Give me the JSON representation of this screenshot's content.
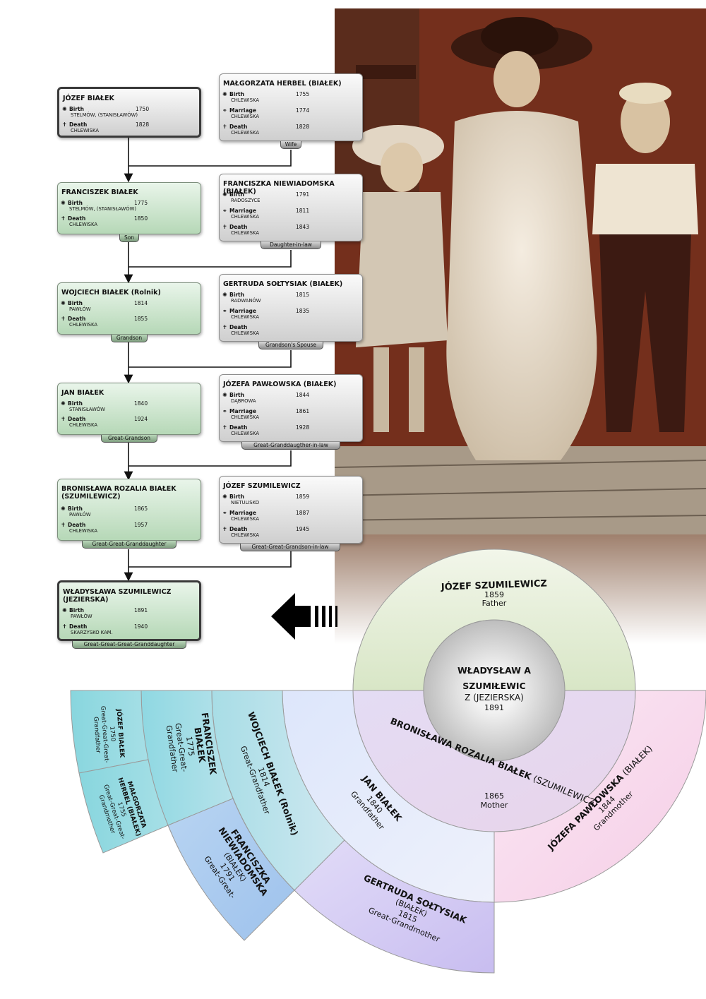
{
  "ancestors": [
    {
      "name": "JÓZEF BIAŁEK",
      "birth_label": "Birth",
      "birth_year": "1750",
      "birth_place": "STELMÓW, (STANISŁAWÓW)",
      "death_label": "Death",
      "death_year": "1828",
      "death_place": "CHLEWISKA",
      "relation": ""
    },
    {
      "name": "FRANCISZEK BIAŁEK",
      "birth_label": "Birth",
      "birth_year": "1775",
      "birth_place": "STELMÓW, (STANISŁAWÓW)",
      "death_label": "Death",
      "death_year": "1850",
      "death_place": "CHLEWISKA",
      "relation": "Son"
    },
    {
      "name": "WOJCIECH BIAŁEK (Rolnik)",
      "birth_label": "Birth",
      "birth_year": "1814",
      "birth_place": "PAWŁÓW",
      "death_label": "Death",
      "death_year": "1855",
      "death_place": "CHLEWISKA",
      "relation": "Grandson"
    },
    {
      "name": "JAN BIAŁEK",
      "birth_label": "Birth",
      "birth_year": "1840",
      "birth_place": "STANISŁAWÓW",
      "death_label": "Death",
      "death_year": "1924",
      "death_place": "CHLEWISKA",
      "relation": "Great-Grandson"
    },
    {
      "name": "BRONISŁAWA ROZALIA BIAŁEK (SZUMILEWICZ)",
      "birth_label": "Birth",
      "birth_year": "1865",
      "birth_place": "PAWŁÓW",
      "death_label": "Death",
      "death_year": "1957",
      "death_place": "CHLEWISKA",
      "relation": "Great-Great-Granddaughter"
    },
    {
      "name": "WŁADYSŁAWA SZUMILEWICZ (JEZIERSKA)",
      "birth_label": "Birth",
      "birth_year": "1891",
      "birth_place": "PAWŁÓW",
      "death_label": "Death",
      "death_year": "1940",
      "death_place": "SKARZYSKO KAM.",
      "relation": "Great-Great-Great-Granddaughter"
    }
  ],
  "spouses": [
    {
      "name": "MAŁGORZATA HERBEL (BIAŁEK)",
      "birth_label": "Birth",
      "birth_year": "1755",
      "birth_place": "CHLEWISKA",
      "marriage_label": "Marriage",
      "marriage_year": "1774",
      "marriage_place": "CHLEWISKA",
      "death_label": "Death",
      "death_year": "1828",
      "death_place": "CHLEWISKA",
      "relation": "Wife"
    },
    {
      "name": "FRANCISZKA NIEWIADOMSKA (BIAŁEK)",
      "birth_label": "Birth",
      "birth_year": "1791",
      "birth_place": "RADOSZYCE",
      "marriage_label": "Marriage",
      "marriage_year": "1811",
      "marriage_place": "CHLEWISKA",
      "death_label": "Death",
      "death_year": "1843",
      "death_place": "CHLEWISKA",
      "relation": "Daughter-in-law"
    },
    {
      "name": "GERTRUDA SOŁTYSIAK (BIAŁEK)",
      "birth_label": "Birth",
      "birth_year": "1815",
      "birth_place": "RADWANÓW",
      "marriage_label": "Marriage",
      "marriage_year": "1835",
      "marriage_place": "CHLEWISKA",
      "death_label": "Death",
      "death_year": "",
      "death_place": "CHLEWISKA",
      "relation": "Grandson's Spouse"
    },
    {
      "name": "JÓZEFA PAWŁOWSKA (BIAŁEK)",
      "birth_label": "Birth",
      "birth_year": "1844",
      "birth_place": "DĄBROWA",
      "marriage_label": "Marriage",
      "marriage_year": "1861",
      "marriage_place": "CHLEWISKA",
      "death_label": "Death",
      "death_year": "1928",
      "death_place": "CHLEWISKA",
      "relation": "Great-Granddaugther-in-law"
    },
    {
      "name": "JÓZEF SZUMILEWICZ",
      "birth_label": "Birth",
      "birth_year": "1859",
      "birth_place": "NIETULISKO",
      "marriage_label": "Marriage",
      "marriage_year": "1887",
      "marriage_place": "CHLEWISKA",
      "death_label": "Death",
      "death_year": "1945",
      "death_place": "CHLEWISKA",
      "relation": "Great-Great-Grandson-in-law"
    }
  ],
  "fan": {
    "center": {
      "line1": "WŁADYSŁAW A",
      "line2": "SZUMIŁEWIC",
      "line3": "Z (JEZIERSKA)",
      "year": "1891"
    },
    "father": {
      "name": "JÓZEF SZUMILEWICZ",
      "year": "1859",
      "role": "Father"
    },
    "mother": {
      "name_bold": "BRONISŁAWA ROZALIA BIAŁEK",
      "name_rest": " (SZUMILEWICZ)",
      "year": "1865",
      "role": "Mother"
    },
    "grandfather": {
      "name": "JAN BIAŁEK",
      "year": "1840",
      "role": "Grandfather"
    },
    "grandmother": {
      "name_bold": "JÓZEFA PAWŁOWSKA",
      "name_rest": " (BIAŁEK)",
      "year": "1844",
      "role": "Grandmother"
    },
    "great_grandfather": {
      "name": "WOJCIECH BIAŁEK (Rolnik)",
      "year": "1814",
      "role": "Great-Grandfather"
    },
    "great_grandmother": {
      "name": "GERTRUDA SOŁTYSIAK",
      "name2": "(BIAŁEK)",
      "year": "1815",
      "role": "Great-Grandmother"
    },
    "gg_grandfather": {
      "line1": "FRANCISZEK",
      "line2": "BIAŁEK",
      "year": "1775",
      "role1": "Great-Great-",
      "role2": "Grandfather"
    },
    "gg_grandmother": {
      "line1": "FRANCISZKA",
      "line2": "NIEWIADOMSKA",
      "line3": "(BIAŁEK)",
      "year": "1791",
      "role1": "Great-Great-"
    },
    "ggg_grandfather": {
      "line1": "JÓZEF BIAŁEK",
      "year": "1750",
      "role1": "Great-Great-Great-",
      "role2": "Grandfather"
    },
    "ggg_grandmother": {
      "line1": "MAŁGORZATA",
      "line2": "HERBEL (BIAŁEK)",
      "year": "1755",
      "role1": "Great-Great-Great-",
      "role2": "Grandmother"
    }
  }
}
